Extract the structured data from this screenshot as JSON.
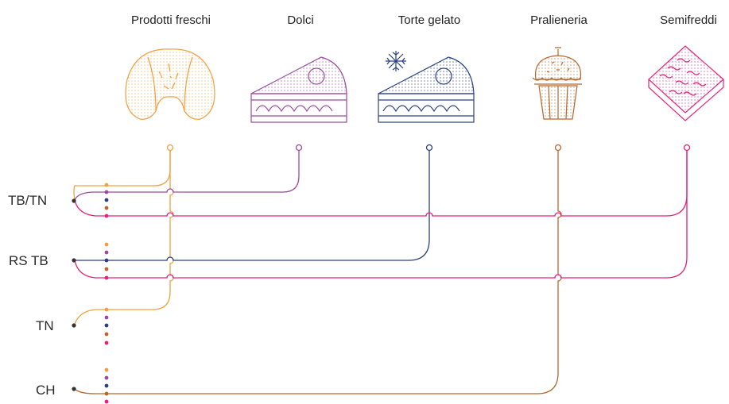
{
  "categories": [
    {
      "id": "fresh",
      "label": "Prodotti freschi",
      "icon": "croissant-icon",
      "color": "#f0a040"
    },
    {
      "id": "sweets",
      "label": "Dolci",
      "icon": "cake-slice-icon",
      "color": "#9b4a9e"
    },
    {
      "id": "icecream",
      "label": "Torte gelato",
      "icon": "frozen-cake-slice-icon",
      "color": "#2b3f86"
    },
    {
      "id": "pralines",
      "label": "Pralieneria",
      "icon": "cupcake-icon",
      "color": "#b8662c"
    },
    {
      "id": "semifreddi",
      "label": "Semifreddi",
      "icon": "layered-cake-icon",
      "color": "#e8207a"
    }
  ],
  "rows": [
    {
      "id": "tbtn",
      "label": "TB/TN",
      "connects": [
        "fresh",
        "sweets",
        "semifreddi"
      ]
    },
    {
      "id": "rstb",
      "label": "RS TB",
      "connects": [
        "icecream",
        "semifreddi"
      ]
    },
    {
      "id": "tn",
      "label": "TN",
      "connects": [
        "fresh"
      ]
    },
    {
      "id": "ch",
      "label": "CH",
      "connects": [
        "pralines"
      ]
    }
  ]
}
